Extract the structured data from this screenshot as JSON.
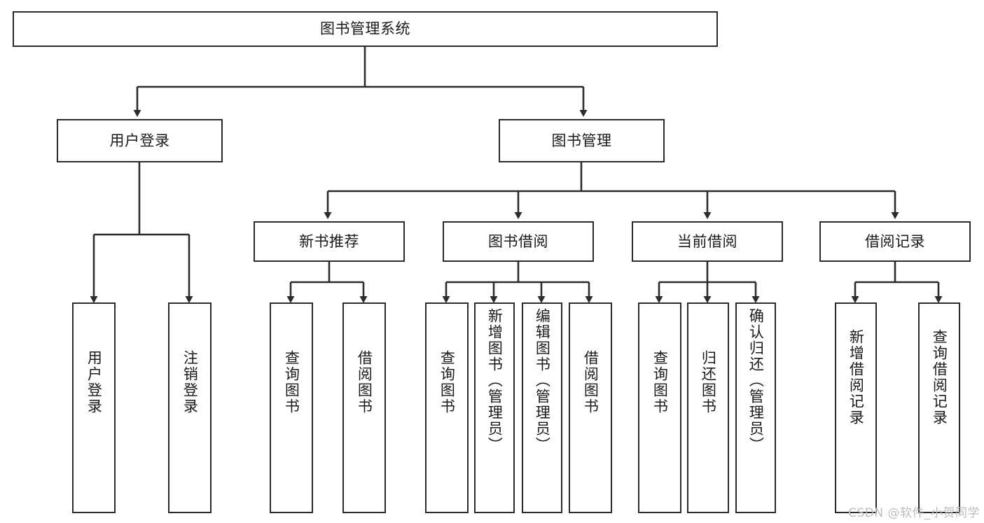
{
  "diagram": {
    "title": "图书管理系统",
    "watermark": "CSDN @软件_小贺同学",
    "colors": {
      "border": "#2b2b2b",
      "background": "#ffffff",
      "text": "#1a1a1a",
      "watermark": "#bdbdbd"
    },
    "root": {
      "label": "图书管理系统"
    },
    "level2": [
      {
        "label": "用户登录"
      },
      {
        "label": "图书管理"
      }
    ],
    "level3": [
      {
        "label": "新书推荐"
      },
      {
        "label": "图书借阅"
      },
      {
        "label": "当前借阅"
      },
      {
        "label": "借阅记录"
      }
    ],
    "leaves": [
      {
        "label": "用户登录"
      },
      {
        "label": "注销登录"
      },
      {
        "label": "查询图书"
      },
      {
        "label": "借阅图书"
      },
      {
        "label": "查询图书"
      },
      {
        "label": "新增图书（管理员）"
      },
      {
        "label": "编辑图书（管理员）"
      },
      {
        "label": "借阅图书"
      },
      {
        "label": "查询图书"
      },
      {
        "label": "归还图书"
      },
      {
        "label": "确认归还（管理员）"
      },
      {
        "label": "新增借阅记录"
      },
      {
        "label": "查询借阅记录"
      }
    ]
  }
}
